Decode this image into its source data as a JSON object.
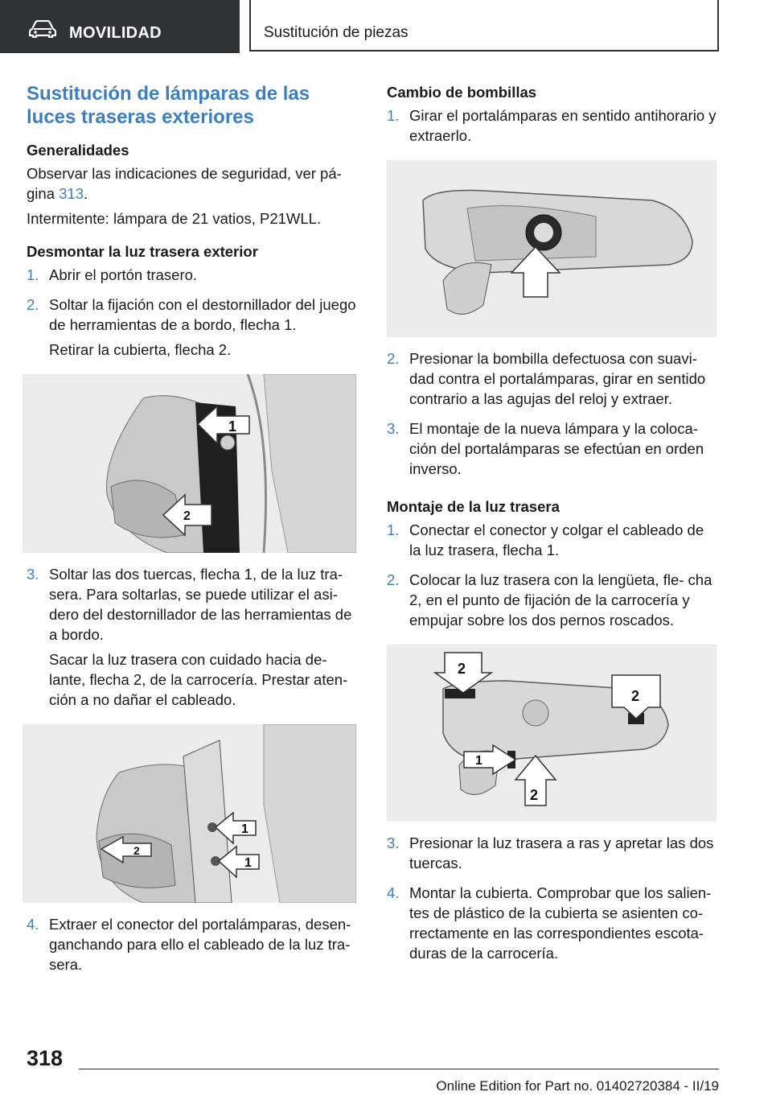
{
  "header": {
    "section": "MOVILIDAD",
    "chapter": "Sustitución de piezas",
    "car_icon": "car-icon"
  },
  "left": {
    "title": "Sustitución de lámparas de las luces traseras exteriores",
    "general_heading": "Generalidades",
    "safety_text": "Observar las indicaciones de seguridad, ver pá- gina ",
    "safety_page": "313",
    "safety_end": ".",
    "indicator_text": "Intermitente: lámpara de 21 vatios, P21WLL.",
    "remove_heading": "Desmontar la luz trasera exterior",
    "steps_a": [
      {
        "num": "1.",
        "text": "Abrir el portón trasero."
      },
      {
        "num": "2.",
        "text": "Soltar la fijación con el destornillador del juego de herramientas de a bordo, flecha 1.",
        "extra": "Retirar la cubierta, flecha 2."
      }
    ],
    "fig1_labels": [
      "1",
      "2"
    ],
    "steps_b": [
      {
        "num": "3.",
        "text": "Soltar las dos tuercas, flecha 1, de la luz tra- sera. Para soltarlas, se puede utilizar el asi- dero del destornillador de las herramientas de a bordo.",
        "extra": "Sacar la luz trasera con cuidado hacia de- lante, flecha 2, de la carrocería. Prestar aten- ción a no dañar el cableado."
      }
    ],
    "fig2_labels": [
      "1",
      "1",
      "2"
    ],
    "steps_c": [
      {
        "num": "4.",
        "text": "Extraer el conector del portalámparas, desen- ganchando para ello el cableado de la luz tra- sera."
      }
    ]
  },
  "right": {
    "bulb_heading": "Cambio de bombillas",
    "steps_a": [
      {
        "num": "1.",
        "text": "Girar el portalámparas en sentido antihorario y extraerlo."
      }
    ],
    "steps_b": [
      {
        "num": "2.",
        "text": "Presionar la bombilla defectuosa con suavi- dad contra el portalámparas, girar en sentido contrario a las agujas del reloj y extraer."
      },
      {
        "num": "3.",
        "text": "El montaje de la nueva lámpara y la coloca- ción del portalámparas se efectúan en orden inverso."
      }
    ],
    "mount_heading": "Montaje de la luz trasera",
    "steps_c": [
      {
        "num": "1.",
        "text": "Conectar el conector y colgar el cableado de la luz trasera, flecha 1."
      },
      {
        "num": "2.",
        "text": "Colocar la luz trasera con la lengüeta, fle- cha 2, en el punto de fijación de la carrocería y empujar sobre los dos pernos roscados."
      }
    ],
    "fig4_labels": [
      "2",
      "2",
      "1",
      "2"
    ],
    "steps_d": [
      {
        "num": "3.",
        "text": "Presionar la luz trasera a ras y apretar las dos tuercas."
      },
      {
        "num": "4.",
        "text": "Montar la cubierta. Comprobar que los salien- tes de plástico de la cubierta se asienten co- rrectamente en las correspondientes escota- duras de la carrocería."
      }
    ]
  },
  "footer": {
    "page_number": "318",
    "edition": "Online Edition for Part no. 01402720384 - II/19"
  }
}
